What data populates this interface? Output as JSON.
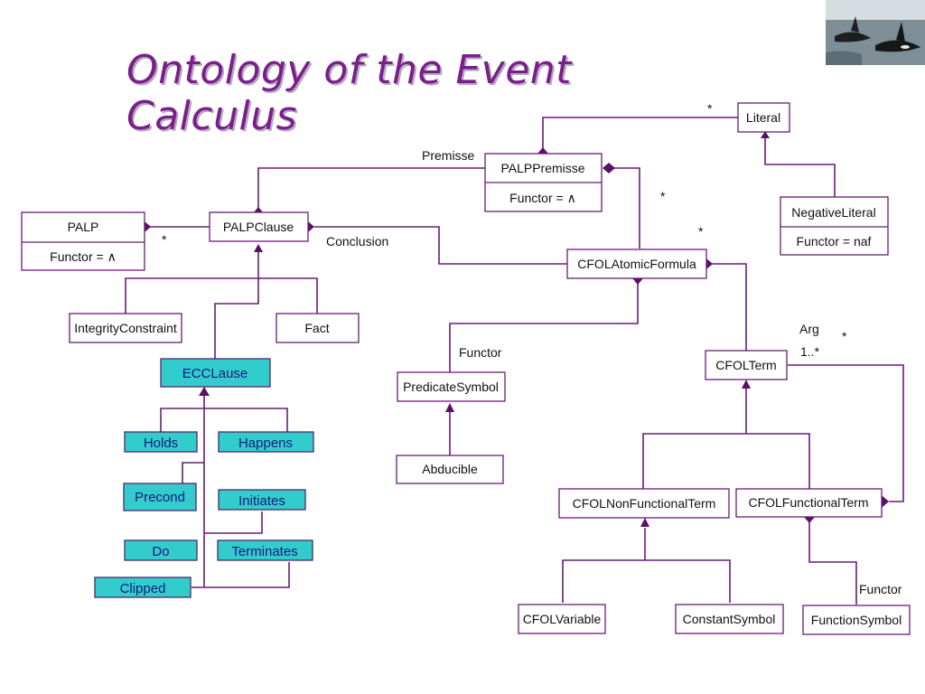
{
  "title": "Ontology of the Event Calculus",
  "photo": {
    "icon": "orca-whales-photo"
  },
  "classes": {
    "literal": "Literal",
    "palp_premisse": "PALPPremisse",
    "palp_premisse_attr": "Functor = ∧",
    "negative_literal": "NegativeLiteral",
    "negative_literal_attr": "Functor = naf",
    "palp": "PALP",
    "palp_attr": "Functor = ∧",
    "palp_clause": "PALPClause",
    "cfol_atomic_formula": "CFOLAtomicFormula",
    "integrity_constraint": "IntegrityConstraint",
    "fact": "Fact",
    "ecclause": "ECCLause",
    "predicate_symbol": "PredicateSymbol",
    "abducible": "Abducible",
    "cfol_term": "CFOLTerm",
    "holds": "Holds",
    "happens": "Happens",
    "precond": "Precond",
    "initiates": "Initiates",
    "do": "Do",
    "terminates": "Terminates",
    "clipped": "Clipped",
    "cfol_nonfunctional_term": "CFOLNonFunctionalTerm",
    "cfol_functional_term": "CFOLFunctionalTerm",
    "cfol_variable": "CFOLVariable",
    "constant_symbol": "ConstantSymbol",
    "function_symbol": "FunctionSymbol"
  },
  "labels": {
    "premisse": "Premisse",
    "conclusion": "Conclusion",
    "functor_predicate": "Functor",
    "arg": "Arg",
    "arg_multiplicity": "1..*",
    "functor_function": "Functor",
    "star_literal": "*",
    "star_premisse": "*",
    "star_atomic": "*",
    "star_palp": "*",
    "star_term": "*"
  }
}
